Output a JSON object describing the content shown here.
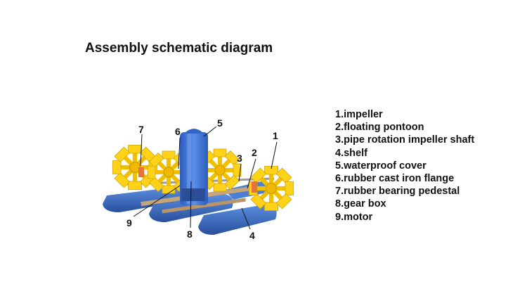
{
  "title": "Assembly schematic diagram",
  "legend": [
    "1.impeller",
    "2.floating pontoon",
    "3.pipe rotation impeller shaft",
    "4.shelf",
    "5.waterproof cover",
    "6.rubber cast iron flange",
    "7.rubber bearing pedestal",
    "8.gear box",
    "9.motor"
  ],
  "callouts": [
    "1",
    "2",
    "3",
    "4",
    "5",
    "6",
    "7",
    "8",
    "9"
  ],
  "colors": {
    "pontoon": "#3a6fc4",
    "cover": "#3b6fd0",
    "impeller": "#f5c800",
    "pedestal": "#e8733a",
    "shaft": "#9a9a9a"
  }
}
